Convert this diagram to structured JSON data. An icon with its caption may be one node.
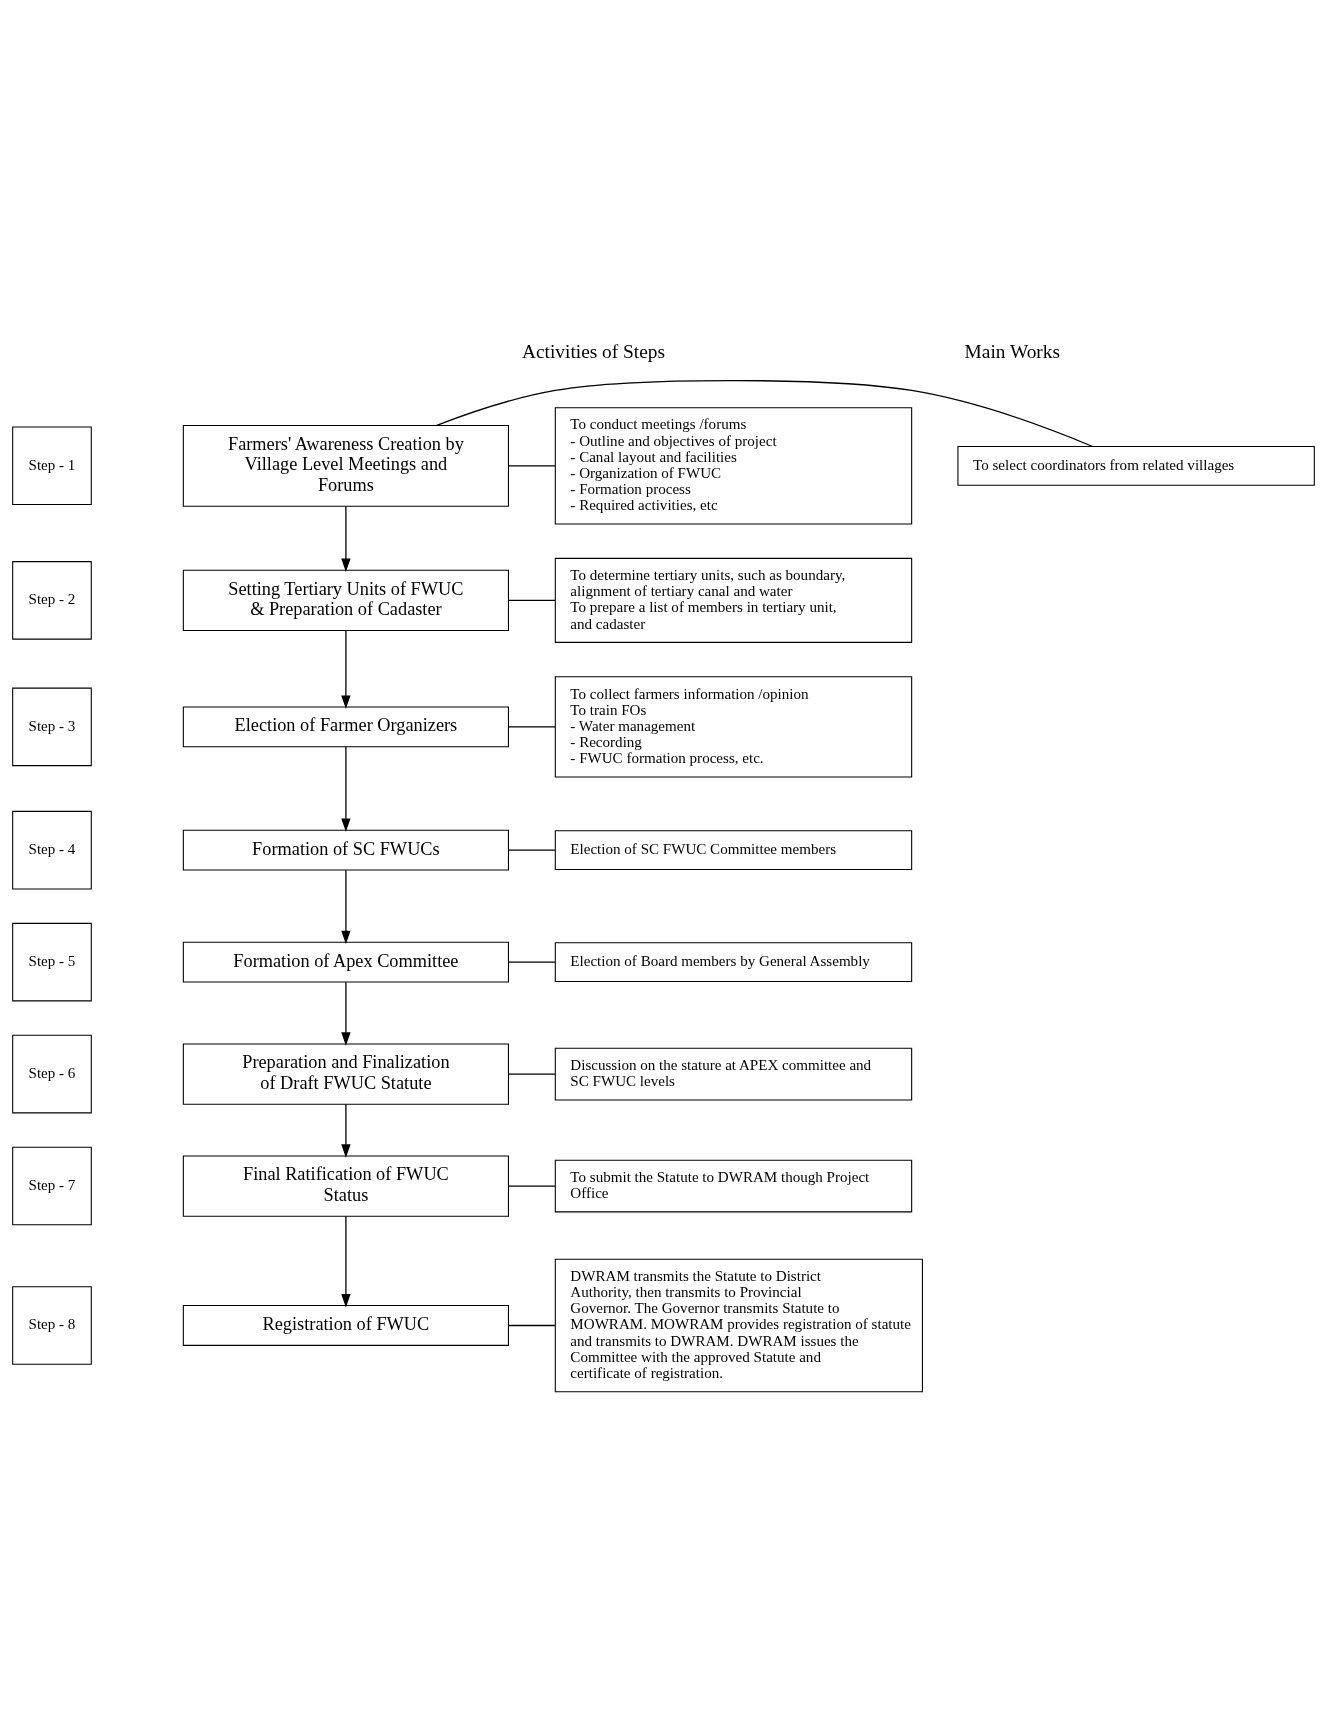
{
  "diagram": {
    "nodes": [
      {
        "text": [
          "Step - 1"
        ]
      },
      {
        "text": [
          "Farmers' Awareness Creation by Village Level Meetings and Forums"
        ]
      },
      {
        "text": [
          "To select coordinators from related villages"
        ]
      },
      {
        "text": [
          "To conduct meetings /forums",
          "- Outline and objectives of project",
          "- Canal layout and facilities",
          "- Organization of FWUC",
          "- Formation process",
          "- Required activities, etc"
        ]
      },
      {
        "text": [
          "Step - 2"
        ]
      },
      {
        "text": [
          "Setting Tertiary Units of FWUC & Preparation of Cadaster"
        ]
      },
      {
        "text": [
          "To determine tertiary units, such as boundary, alignment of tertiary canal and water",
          "To prepare a list of members in tertiary unit, and cadaster"
        ]
      },
      {
        "text": [
          "Step - 3"
        ]
      },
      {
        "text": [
          "Election of Farmer Organizers"
        ]
      },
      {
        "text": [
          "To collect farmers information /opinion",
          "To train FOs",
          "- Water management",
          "- Recording",
          "- FWUC formation process, etc."
        ]
      },
      {
        "text": [
          "Step - 4"
        ]
      },
      {
        "text": [
          "Formation of SC FWUCs"
        ]
      },
      {
        "text": [
          "Election of SC FWUC Committee members"
        ]
      },
      {
        "text": [
          "Step - 5"
        ]
      },
      {
        "text": [
          "Formation of Apex Committee"
        ]
      },
      {
        "text": [
          "Election of Board members by General Assembly"
        ]
      },
      {
        "text": [
          "Step - 6"
        ]
      },
      {
        "text": [
          "Preparation and Finalization of Draft FWUC Statute"
        ]
      },
      {
        "text": [
          "Discussion on the stature at APEX committee and SC FWUC levels"
        ]
      },
      {
        "text": [
          "Step - 7"
        ]
      },
      {
        "text": [
          "Final Ratification of FWUC Status"
        ]
      },
      {
        "text": [
          "To submit the Statute to DWRAM though Project Office"
        ]
      },
      {
        "text": [
          "Step - 8"
        ]
      },
      {
        "text": [
          "Registration of FWUC"
        ]
      },
      {
        "text": [
          "DWRAM transmits the Statute to District Authority, then transmits to Provincial Governor. The Governor transmits Statute to MOWRAM. MOWRAM provides registration of statute and transmits to DWRAM. DWRAM issues the Committee with the approved Statute and certificate of registration."
        ]
      }
    ],
    "edges": [
      {
        "from": 1,
        "to": 2,
        "arrow": "none"
      },
      {
        "from": 1,
        "to": 3,
        "arrow": "none"
      },
      {
        "from": 1,
        "to": 5,
        "arrow": "to"
      },
      {
        "from": 5,
        "to": 6,
        "arrow": "none"
      },
      {
        "from": 5,
        "to": 8,
        "arrow": "to"
      },
      {
        "from": 8,
        "to": 9,
        "arrow": "none"
      },
      {
        "from": 8,
        "to": 11,
        "arrow": "to"
      },
      {
        "from": 11,
        "to": 12,
        "arrow": "none"
      },
      {
        "from": 11,
        "to": 14,
        "arrow": "to"
      },
      {
        "from": 14,
        "to": 15,
        "arrow": "none"
      },
      {
        "from": 14,
        "to": 17,
        "arrow": "to"
      },
      {
        "from": 17,
        "to": 18,
        "arrow": "none"
      },
      {
        "from": 17,
        "to": 20,
        "arrow": "to"
      },
      {
        "from": 20,
        "to": 21,
        "arrow": "none"
      },
      {
        "from": 20,
        "to": 23,
        "arrow": "to"
      },
      {
        "from": 23,
        "to": 24,
        "arrow": "none"
      }
    ],
    "labels": [
      "Activities of Steps",
      "Main Works"
    ]
  }
}
